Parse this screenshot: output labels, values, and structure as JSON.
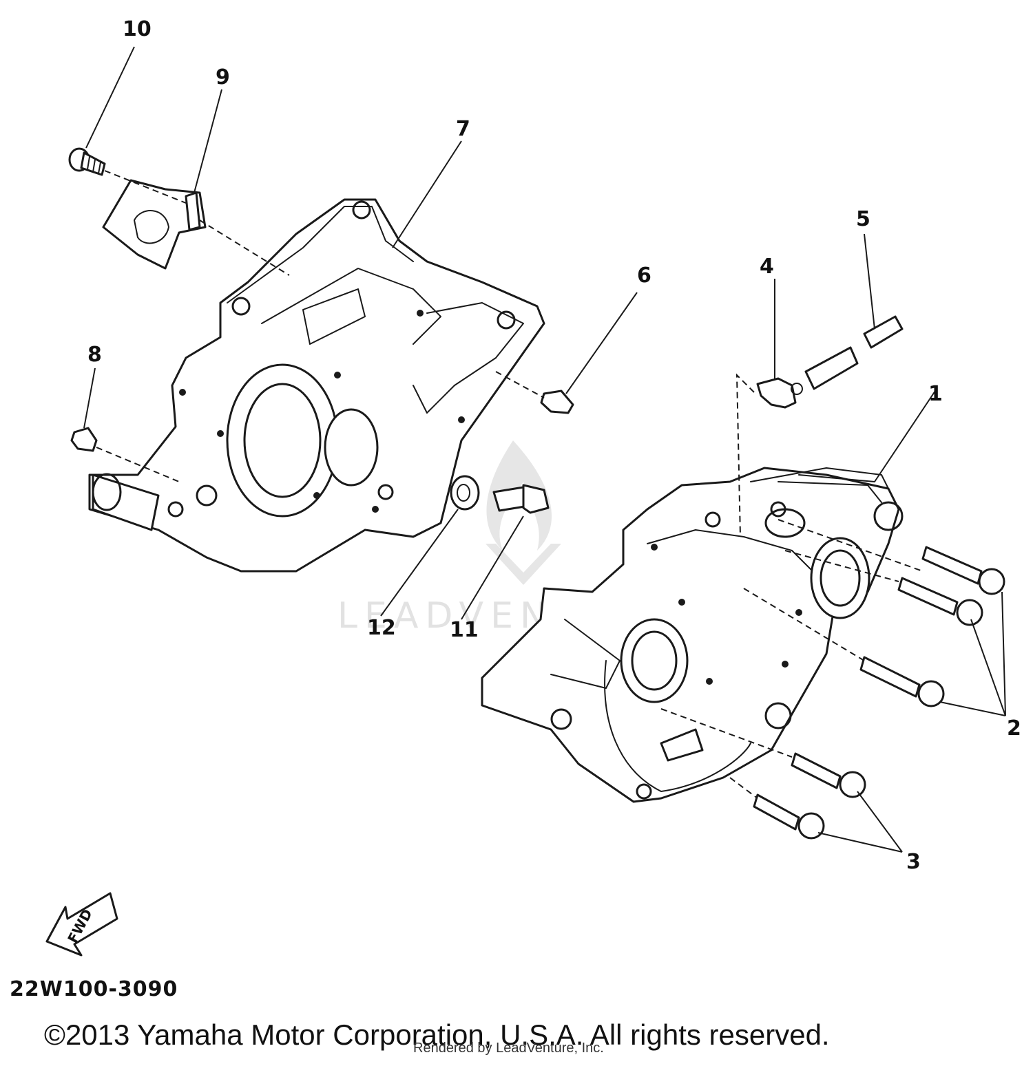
{
  "diagram": {
    "callouts": [
      "1",
      "2",
      "3",
      "4",
      "5",
      "6",
      "7",
      "8",
      "9",
      "10",
      "11",
      "12"
    ],
    "forward_arrow_label": "FWD",
    "watermark_text": "LEADVENTURE"
  },
  "footer": {
    "doc_code": "22W100-3090",
    "copyright": "©2013 Yamaha Motor Corporation, U.S.A. All rights reserved.",
    "render_credit": "Rendered by LeadVenture, Inc."
  }
}
